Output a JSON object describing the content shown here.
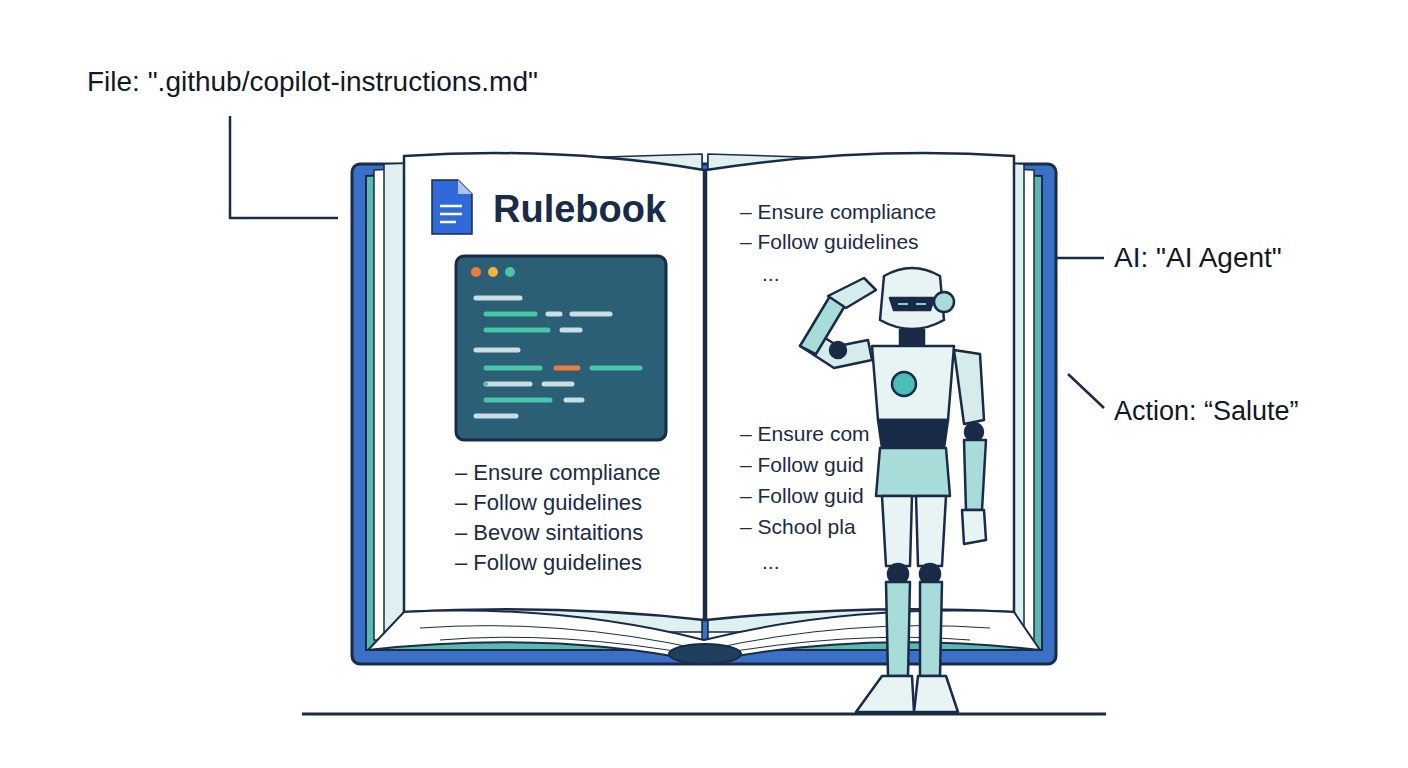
{
  "diagram": {
    "nodes": [
      {
        "text": [
          "Rulebook",
          "– Ensure compliance",
          "– Follow guidelines",
          "– Bevow sintaitions",
          "– Follow guidelines"
        ]
      },
      {
        "text": [
          "– Ensure compliance",
          "– Follow guidelines",
          "...",
          "– Ensure com",
          "– Follow guid",
          "– Follow guid",
          "– School pla",
          "..."
        ]
      }
    ],
    "labels": [
      "File: \".github/copilot-instructions.md\"",
      "AI: \"AI Agent\"",
      "Action: “Salute”"
    ]
  }
}
